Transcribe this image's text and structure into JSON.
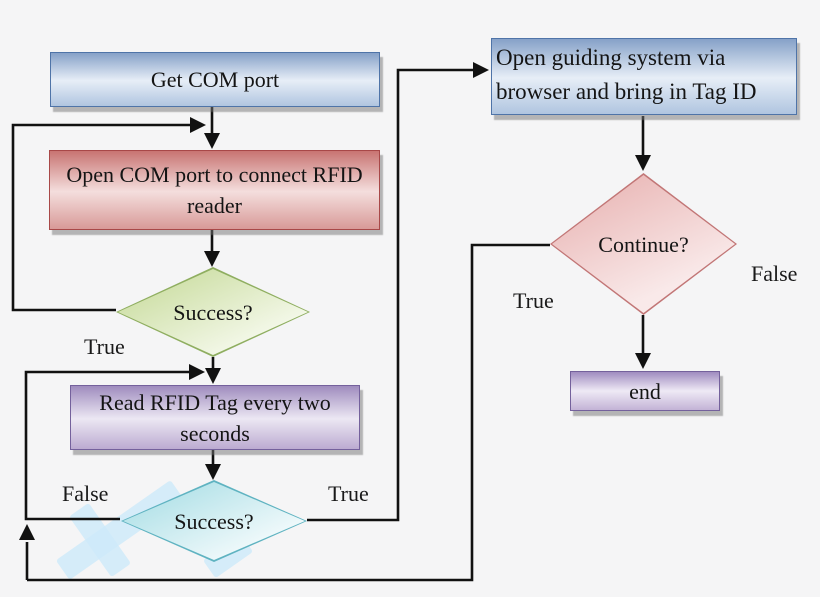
{
  "title": "RFID reader flowchart",
  "nodes": {
    "get_com": {
      "label": "Get COM port",
      "type": "process"
    },
    "open_com": {
      "label": "Open COM port to connect RFID reader",
      "type": "process"
    },
    "success_open": {
      "label": "Success?",
      "type": "decision"
    },
    "read_rfid": {
      "label": "Read RFID Tag every two seconds",
      "type": "process"
    },
    "success_read": {
      "label": "Success?",
      "type": "decision"
    },
    "open_guiding": {
      "label": "Open guiding system via browser and bring in Tag ID",
      "type": "process"
    },
    "continue_q": {
      "label": "Continue?",
      "type": "decision"
    },
    "end": {
      "label": "end",
      "type": "terminator"
    }
  },
  "edge_labels": {
    "success_open_true": "True",
    "success_read_false": "False",
    "success_read_true": "True",
    "continue_true": "True",
    "continue_false": "False"
  },
  "edges": [
    {
      "from": "get_com",
      "to": "open_com",
      "label": ""
    },
    {
      "from": "open_com",
      "to": "success_open",
      "label": ""
    },
    {
      "from": "success_open",
      "to": "open_com",
      "label": "",
      "note": "retry loop back into open_com"
    },
    {
      "from": "success_open",
      "to": "read_rfid",
      "label": "True"
    },
    {
      "from": "read_rfid",
      "to": "success_read",
      "label": ""
    },
    {
      "from": "success_read",
      "to": "read_rfid",
      "label": "False"
    },
    {
      "from": "success_read",
      "to": "open_guiding",
      "label": "True"
    },
    {
      "from": "open_guiding",
      "to": "continue_q",
      "label": ""
    },
    {
      "from": "continue_q",
      "to": "read_rfid",
      "label": "True"
    },
    {
      "from": "continue_q",
      "to": "end",
      "label": "False"
    }
  ],
  "colors": {
    "background": "#f5f5f6",
    "connector": "#111111",
    "process_blue": "#86a1c8",
    "process_red": "#c87472",
    "process_purple": "#9f8cbe",
    "decision_green": "#c9dc9e",
    "decision_cyan": "#abdfe6",
    "decision_pink": "#e9b6b5",
    "terminator_purple": "#a08cc0",
    "watermark_blue": "#cdeafa"
  }
}
